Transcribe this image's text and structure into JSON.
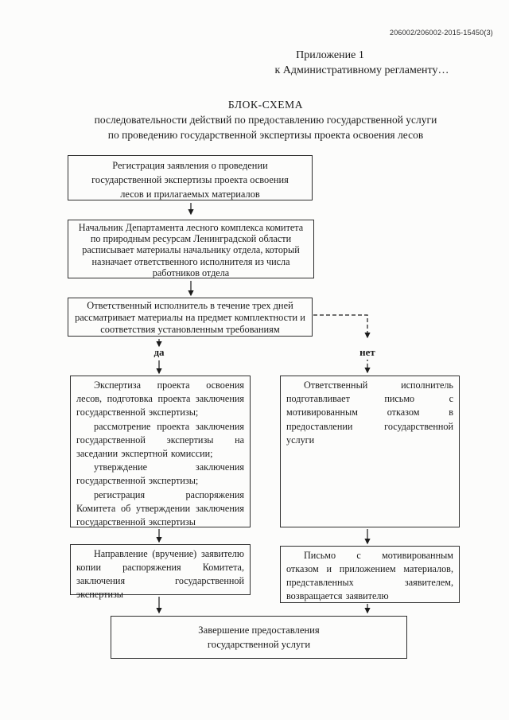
{
  "page": {
    "doc_code": "206002/206002-2015-15450(3)",
    "appendix_line1": "Приложение 1",
    "appendix_line2": "к Административному регламенту…",
    "title": "БЛОК-СХЕМА",
    "subtitle_line1": "последовательности действий по предоставлению государственной услуги",
    "subtitle_line2": "по проведению государственной экспертизы проекта освоения лесов"
  },
  "flowchart": {
    "registration": "Регистрация заявления о проведении государственной экспертизы проекта освоения лесов и прилагаемых материалов",
    "department_head": "Начальник Департамента лесного комплекса комитета по природным ресурсам Ленинградской области расписывает материалы начальнику отдела, который назначает ответственного исполнителя из числа работников отдела",
    "executor_review": "Ответственный исполнитель в течение трех дней рассматривает материалы на предмет комплектности и соответствия установленным требованиям",
    "yes_label": "да",
    "no_label": "нет",
    "expertise_paragraphs": [
      "Экспертиза проекта освоения лесов, подготовка проекта заключения государственной экспертизы;",
      "рассмотрение проекта заключения государственной экспертизы на заседании экспертной комиссии;",
      "утверждение заключения государственной экспертизы;",
      "регистрация распоряжения Комитета об утверждении заключения государственной экспертизы"
    ],
    "refusal_letter": "Ответственный исполнитель подготавливает письмо с мотивированным отказом в предоставлении государственной услуги",
    "send_copy": "Направление (вручение) заявителю копии распоряжения Комитета, заключения государственной экспертизы",
    "return_letter": "Письмо с мотивированным отказом и приложением материалов, представленных заявителем, возвращается заявителю",
    "completion_line1": "Завершение предоставления",
    "completion_line2": "государственной услуги"
  },
  "colors": {
    "ink": "#1b1b1b",
    "paper": "#fcfcfb",
    "border": "#2e2e2e"
  }
}
